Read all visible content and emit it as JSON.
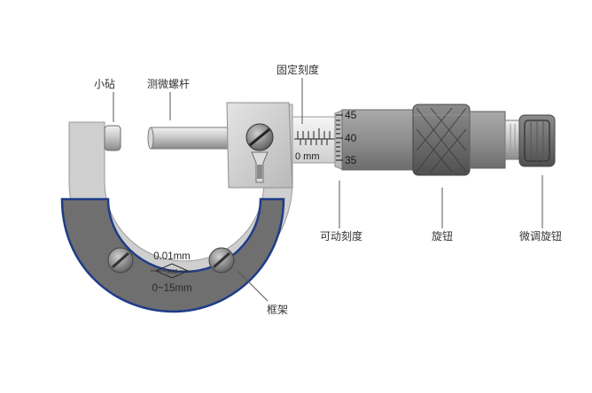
{
  "labels": {
    "anvil": "小砧",
    "spindle": "测微螺杆",
    "sleeve_scale": "固定刻度",
    "thimble_scale": "可动刻度",
    "thimble": "旋钮",
    "ratchet": "微调旋钮",
    "frame": "框架"
  },
  "sleeve": {
    "unit_label": "0 mm"
  },
  "thimble_scale_values": [
    "45",
    "40",
    "35"
  ],
  "frame_marks": {
    "resolution": "0.01mm",
    "range": "0~15mm",
    "logo": "JUJ"
  },
  "colors": {
    "frame_body": "#cfcfcf",
    "frame_insert": "#6f6f6f",
    "insert_border": "#1f3c88",
    "metal_dark": "#7b7b7b",
    "metal_light": "#e3e3e3"
  }
}
